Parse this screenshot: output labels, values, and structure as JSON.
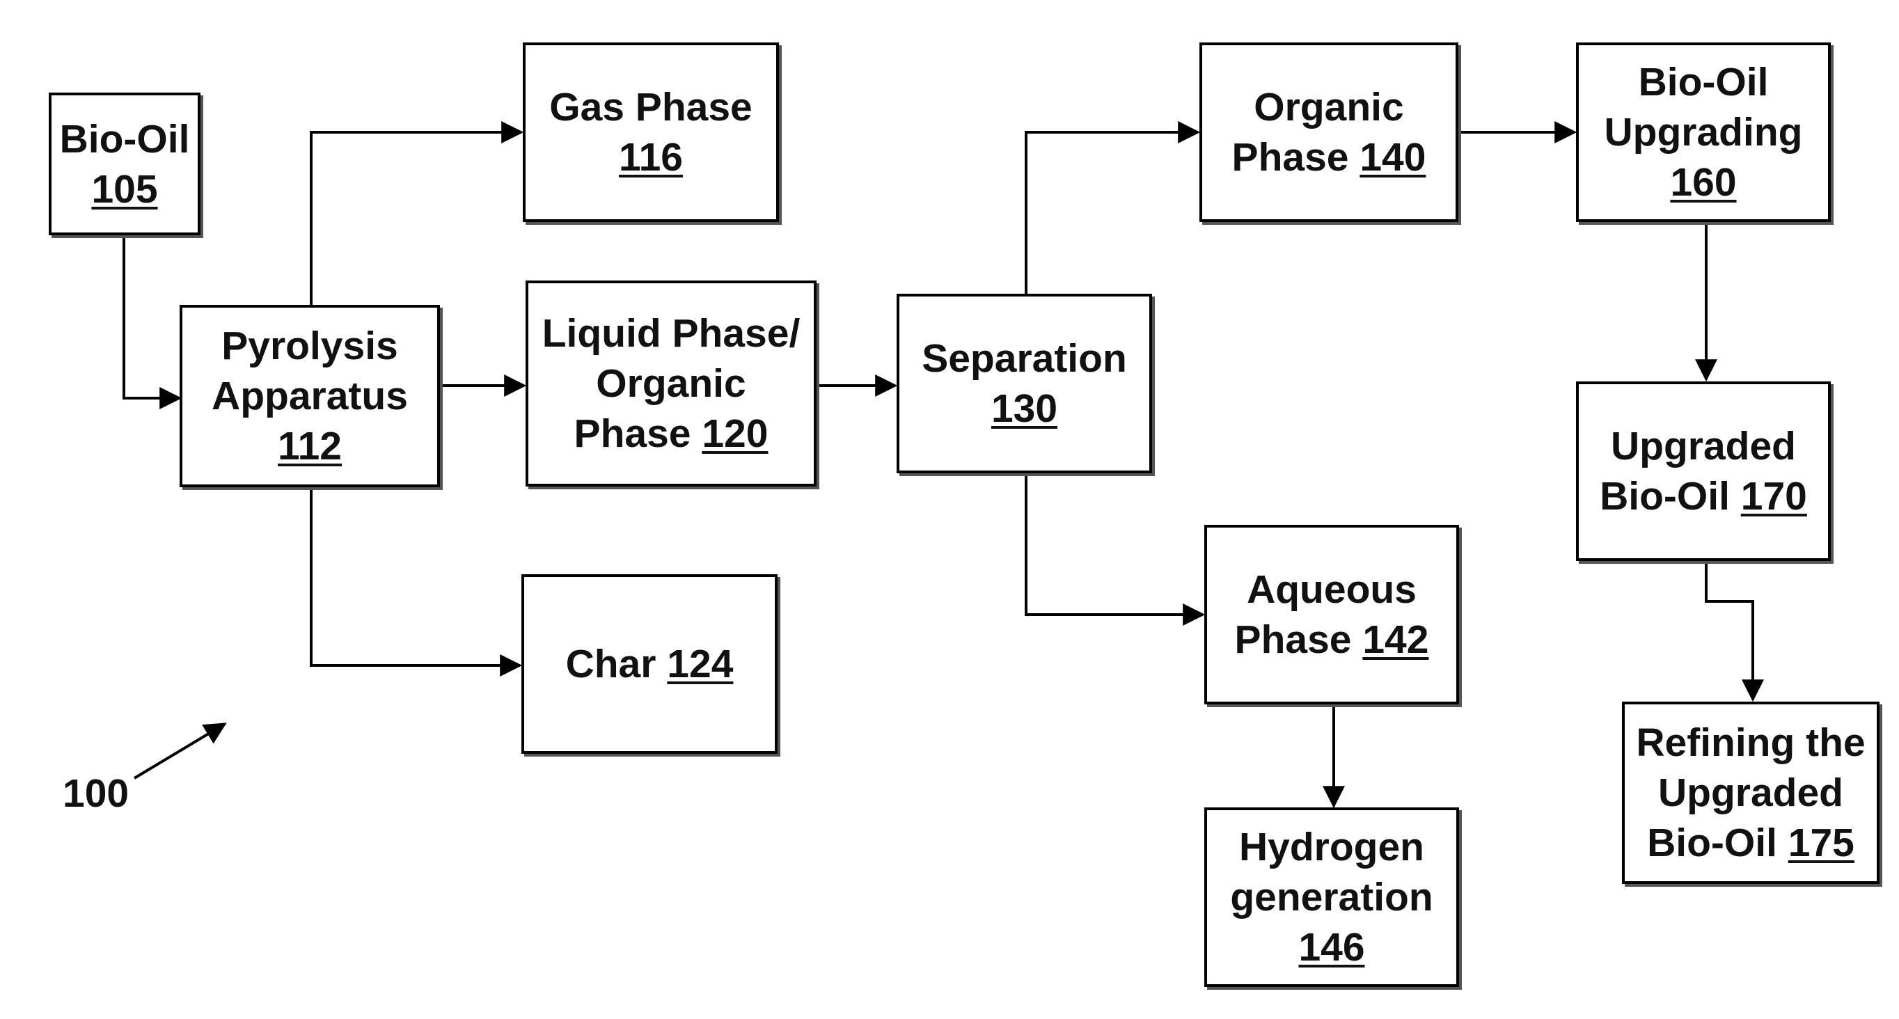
{
  "figure_ref": "100",
  "boxes": {
    "bio_oil": {
      "line1": "Bio-Oil",
      "number": "105"
    },
    "pyrolysis": {
      "line1": "Pyrolysis",
      "line2": "Apparatus",
      "number": "112"
    },
    "gas_phase": {
      "line1": "Gas Phase",
      "number": "116"
    },
    "liquid_phase": {
      "line1": "Liquid Phase/",
      "line2": "Organic",
      "line3": "Phase",
      "number": "120"
    },
    "char": {
      "line1": "Char",
      "number": "124"
    },
    "separation": {
      "line1": "Separation",
      "number": "130"
    },
    "organic_phase": {
      "line1": "Organic",
      "line2": "Phase",
      "number": "140"
    },
    "aqueous_phase": {
      "line1": "Aqueous",
      "line2": "Phase",
      "number": "142"
    },
    "hydrogen": {
      "line1": "Hydrogen",
      "line2": "generation",
      "number": "146"
    },
    "upgrading": {
      "line1": "Bio-Oil",
      "line2": "Upgrading",
      "number": "160"
    },
    "upgraded": {
      "line1": "Upgraded",
      "line2": "Bio-Oil",
      "number": "170"
    },
    "refining": {
      "line1": "Refining the",
      "line2": "Upgraded",
      "line3": "Bio-Oil",
      "number": "175"
    }
  },
  "colors": {
    "stroke": "#000000",
    "text": "#111111",
    "background": "#ffffff"
  }
}
